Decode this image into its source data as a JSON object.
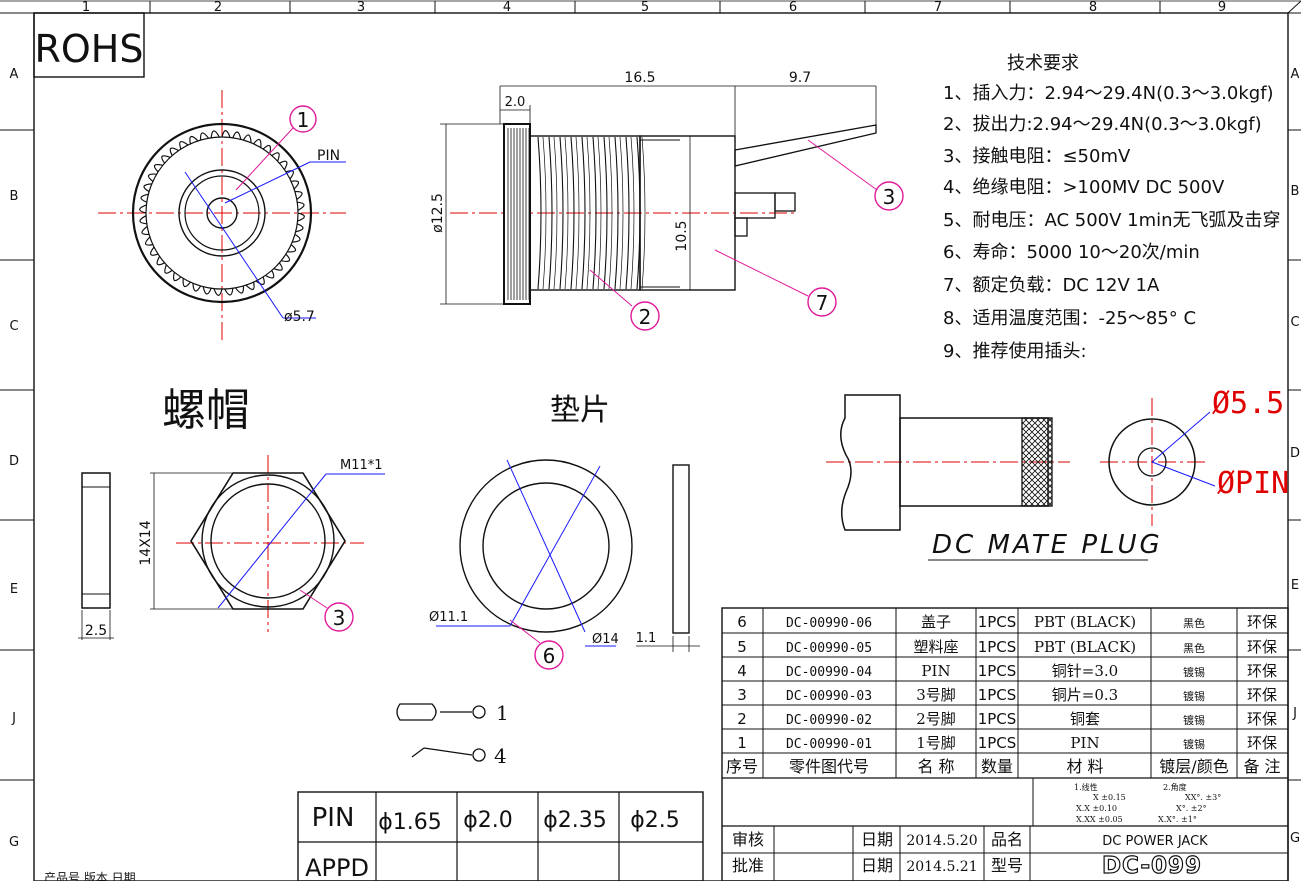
{
  "rohs": "ROHS",
  "grid": {
    "cols": [
      "1",
      "2",
      "3",
      "4",
      "5",
      "6",
      "7",
      "8",
      "9"
    ],
    "rows": [
      "A",
      "B",
      "C",
      "D",
      "E",
      "J",
      "G"
    ]
  },
  "tech": {
    "title": "技术要求",
    "items": [
      "1、插入力：2.94～29.4N(0.3～3.0kgf)",
      "2、拔出力:2.94～29.4N(0.3～3.0kgf)",
      "3、接触电阻：≤50mV",
      "4、绝缘电阻：>100MV  DC  500V",
      "5、耐电压：AC  500V  1min无飞弧及击穿",
      "6、寿命：5000 10～20次/min",
      "7、额定负载：DC  12V  1A",
      "8、适用温度范围：-25～85° C",
      "9、推荐使用插头:"
    ]
  },
  "dims": {
    "d165": "16.5",
    "d97": "9.7",
    "d20": "2.0",
    "d125": "ø12.5",
    "d105": "10.5",
    "d57": "ø5.7",
    "pin": "PIN",
    "m11": "M11*1",
    "d14x14": "14X14",
    "d25": "2.5",
    "d111": "Ø11.1",
    "d14": "Ø14",
    "d11": "1.1"
  },
  "callouts": [
    "1",
    "2",
    "3",
    "7",
    "3",
    "6"
  ],
  "labels": {
    "nut": "螺帽",
    "washer": "垫片",
    "plug": "DC MATE PLUG",
    "d55": "Ø5.5",
    "dpin": "ØPIN",
    "pin1": "1",
    "pin4": "4"
  },
  "pin_table": {
    "row1_label": "PIN",
    "values": [
      "ϕ1.65",
      "ϕ2.0",
      "ϕ2.35",
      "ϕ2.5"
    ],
    "row2_label": "APPD"
  },
  "bom": {
    "rows": [
      [
        "6",
        "DC-00990-06",
        "盖子",
        "1PCS",
        "PBT (BLACK)",
        "黑色",
        "环保"
      ],
      [
        "5",
        "DC-00990-05",
        "塑料座",
        "1PCS",
        "PBT (BLACK)",
        "黑色",
        "环保"
      ],
      [
        "4",
        "DC-00990-04",
        "PIN",
        "1PCS",
        "铜针=3.0",
        "镀锡",
        "环保"
      ],
      [
        "3",
        "DC-00990-03",
        "3号脚",
        "1PCS",
        "铜片=0.3",
        "镀锡",
        "环保"
      ],
      [
        "2",
        "DC-00990-02",
        "2号脚",
        "1PCS",
        "铜套",
        "镀锡",
        "环保"
      ],
      [
        "1",
        "DC-00990-01",
        "1号脚",
        "1PCS",
        "PIN",
        "镀锡",
        "环保"
      ]
    ],
    "header": [
      "序号",
      "零件图代号",
      "名 称",
      "数量",
      "材 料",
      "镀层/颜色",
      "备 注"
    ]
  },
  "tolerance": {
    "l1": "1.线性",
    "l2": "X      ±0.15",
    "l3": "X.X    ±0.10",
    "l4": "X.XX   ±0.05",
    "a1": "2.角度",
    "a2": "XX°.  ±3°",
    "a3": "X°.  ±2°",
    "a4": "X.X°.  ±1°"
  },
  "title_block": {
    "review": "审核",
    "approve": "批准",
    "date_label": "日期",
    "date1": "2014.5.20",
    "date2": "2014.5.21",
    "name_label": "品名",
    "name": "DC POWER JACK",
    "model_label": "型号",
    "model": "DC-099"
  },
  "footer": "产品号    版本   日期"
}
